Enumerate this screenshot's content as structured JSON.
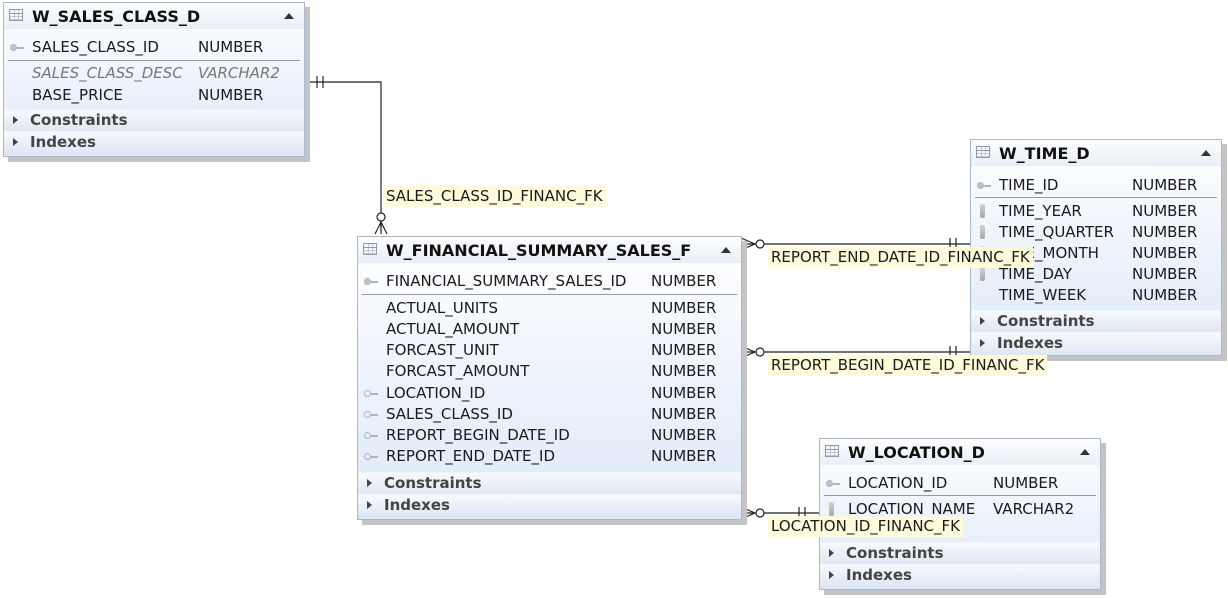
{
  "diagram": {
    "entities": {
      "sales_class": {
        "name": "W_SALES_CLASS_D",
        "columns": [
          {
            "name": "SALES_CLASS_ID",
            "type": "NUMBER",
            "icon": "primary-key-icon"
          },
          {
            "name": "SALES_CLASS_DESC",
            "type": "VARCHAR2",
            "icon": "",
            "style": "italic"
          },
          {
            "name": "BASE_PRICE",
            "type": "NUMBER",
            "icon": ""
          }
        ],
        "sections": [
          "Constraints",
          "Indexes"
        ]
      },
      "fact": {
        "name": "W_FINANCIAL_SUMMARY_SALES_F",
        "columns": [
          {
            "name": "FINANCIAL_SUMMARY_SALES_ID",
            "type": "NUMBER",
            "icon": "primary-key-icon"
          },
          {
            "name": "ACTUAL_UNITS",
            "type": "NUMBER",
            "icon": ""
          },
          {
            "name": "ACTUAL_AMOUNT",
            "type": "NUMBER",
            "icon": ""
          },
          {
            "name": "FORCAST_UNIT",
            "type": "NUMBER",
            "icon": ""
          },
          {
            "name": "FORCAST_AMOUNT",
            "type": "NUMBER",
            "icon": ""
          },
          {
            "name": "LOCATION_ID",
            "type": "NUMBER",
            "icon": "foreign-key-icon"
          },
          {
            "name": "SALES_CLASS_ID",
            "type": "NUMBER",
            "icon": "foreign-key-icon"
          },
          {
            "name": "REPORT_BEGIN_DATE_ID",
            "type": "NUMBER",
            "icon": "foreign-key-icon"
          },
          {
            "name": "REPORT_END_DATE_ID",
            "type": "NUMBER",
            "icon": "foreign-key-icon"
          }
        ],
        "sections": [
          "Constraints",
          "Indexes"
        ]
      },
      "time": {
        "name": "W_TIME_D",
        "columns": [
          {
            "name": "TIME_ID",
            "type": "NUMBER",
            "icon": "primary-key-icon"
          },
          {
            "name": "TIME_YEAR",
            "type": "NUMBER",
            "icon": "index-icon"
          },
          {
            "name": "TIME_QUARTER",
            "type": "NUMBER",
            "icon": "index-icon"
          },
          {
            "name": "TIME_MONTH",
            "type": "NUMBER",
            "icon": "index-icon"
          },
          {
            "name": "TIME_DAY",
            "type": "NUMBER",
            "icon": "index-icon"
          },
          {
            "name": "TIME_WEEK",
            "type": "NUMBER",
            "icon": ""
          }
        ],
        "sections": [
          "Constraints",
          "Indexes"
        ]
      },
      "location": {
        "name": "W_LOCATION_D",
        "columns": [
          {
            "name": "LOCATION_ID",
            "type": "NUMBER",
            "icon": "primary-key-icon"
          },
          {
            "name": "LOCATION_NAME",
            "type": "VARCHAR2",
            "icon": "index-icon"
          }
        ],
        "sections": [
          "Constraints",
          "Indexes"
        ]
      }
    },
    "relationships": {
      "sales_class_fk": "SALES_CLASS_ID_FINANC_FK",
      "end_date_fk": "REPORT_END_DATE_ID_FINANC_FK",
      "begin_date_fk": "REPORT_BEGIN_DATE_ID_FINANC_FK",
      "location_fk": "LOCATION_ID_FINANC_FK"
    }
  }
}
